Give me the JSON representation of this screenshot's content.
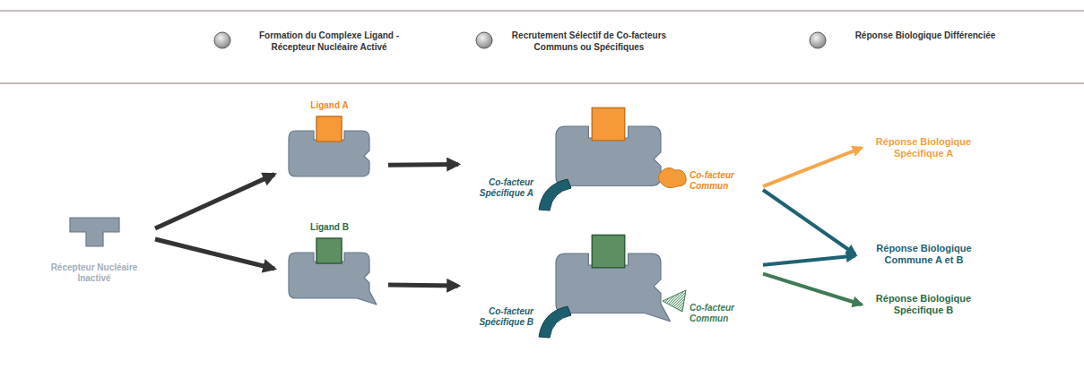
{
  "diagram": {
    "nodes": [
      {
        "text": [
          "Récepteur Nucléaire Inactivé"
        ]
      },
      {
        "text": [
          "Ligand A"
        ]
      },
      {
        "text": [
          "Ligand B"
        ]
      },
      {
        "text": [
          "Co-facteur Spécifique A",
          "Co-facteur Commun"
        ]
      },
      {
        "text": [
          "Co-facteur Spécifique B",
          "Co-facteur Commun"
        ]
      },
      {
        "text": [
          "Réponse Biologique Spécifique A"
        ]
      },
      {
        "text": [
          "Réponse Biologique Commune A et B"
        ]
      },
      {
        "text": [
          "Réponse Biologique Spécifique B"
        ]
      }
    ],
    "edges": [
      {
        "from": 0,
        "to": 1,
        "arrow": "to"
      },
      {
        "from": 0,
        "to": 2,
        "arrow": "to"
      },
      {
        "from": 1,
        "to": 3,
        "arrow": "to"
      },
      {
        "from": 2,
        "to": 4,
        "arrow": "to"
      },
      {
        "from": 3,
        "to": 5,
        "arrow": "to"
      },
      {
        "from": 3,
        "to": 6,
        "arrow": "to"
      },
      {
        "from": 4,
        "to": 6,
        "arrow": "to"
      },
      {
        "from": 4,
        "to": 7,
        "arrow": "to"
      }
    ],
    "legend": [
      {
        "text": "Formation du Complexe Ligand - Récepteur Nucléaire Activé"
      },
      {
        "text": "Recrutement Sélectif de Co-facteurs Communs ou Spécifiques"
      },
      {
        "text": "Réponse Biologique Différenciée"
      }
    ]
  }
}
